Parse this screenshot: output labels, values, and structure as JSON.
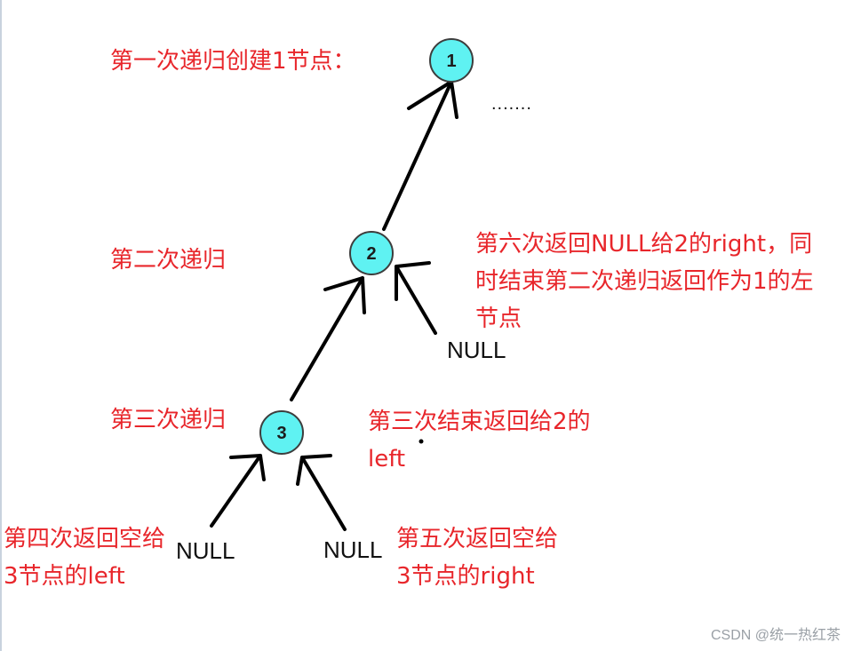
{
  "notes": {
    "first": "第一次递归创建1节点：",
    "second": "第二次递归",
    "third": "第三次递归",
    "sixth": "第六次返回NULL给2的right，同\n时结束第二次递归返回作为1的左\n节点",
    "third_return": "第三次结束返回给2的\nleft",
    "fourth": "第四次返回空给\n3节点的left",
    "fifth": "第五次返回空给\n3节点的right"
  },
  "nodes": {
    "n1": "1",
    "n2": "2",
    "n3": "3"
  },
  "null_labels": {
    "n2_right": "NULL",
    "n3_left": "NULL",
    "n3_right": "NULL"
  },
  "ellipsis": ".......",
  "watermark": "CSDN @统一热红茶",
  "colors": {
    "node_fill": "#5ff2f2",
    "node_stroke": "#3d3d3d",
    "annotation": "#e8262b",
    "arrow": "#000000"
  }
}
